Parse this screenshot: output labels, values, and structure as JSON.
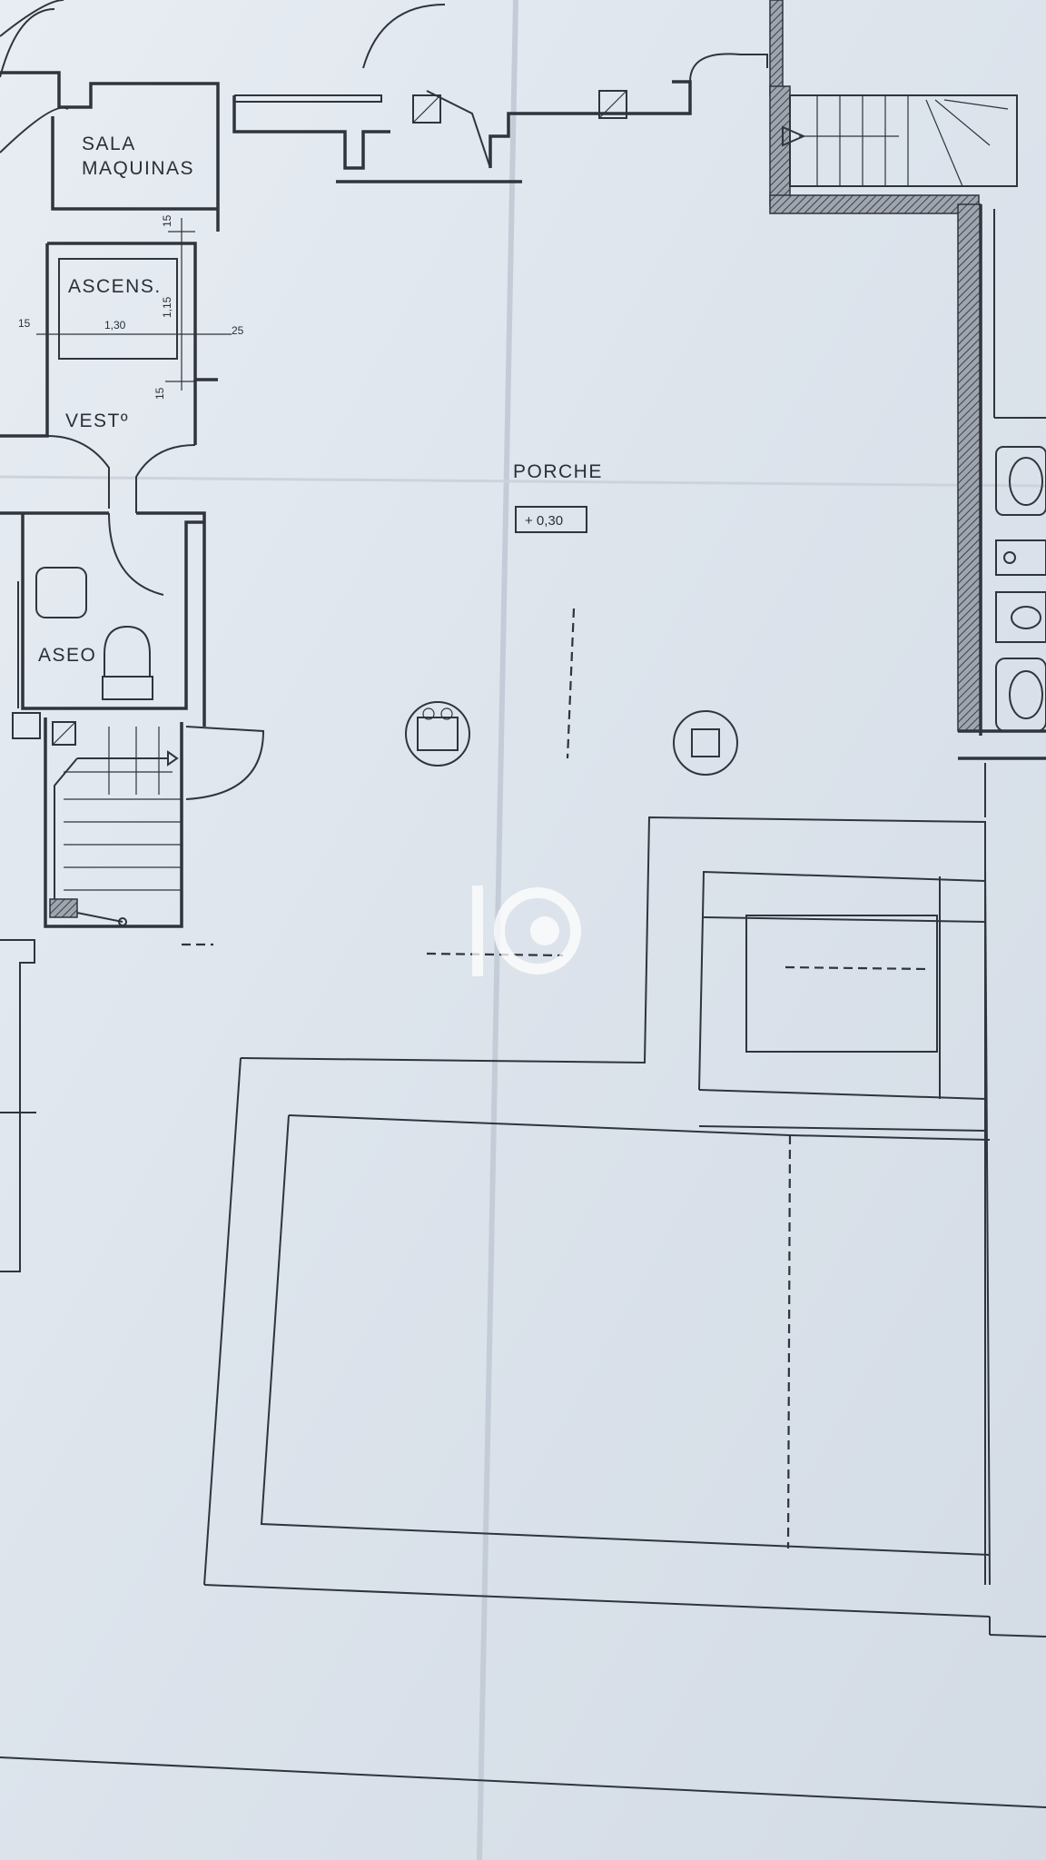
{
  "labels": {
    "sala": "SALA",
    "maquinas": "MAQUINAS",
    "ascens": "ASCENS.",
    "vest": "VESTº",
    "porche": "PORCHE",
    "porche_level": "+ 0,30",
    "aseo": "ASEO"
  },
  "dimensions": {
    "d_15_top": "15",
    "d_115": "1,15",
    "d_15_left": "15",
    "d_130": "1,30",
    "d_25": "25",
    "d_15_bottom": "15"
  },
  "watermark": "IC",
  "colors": {
    "paper": "#dfe6ee",
    "ink": "#30343c",
    "watermark": "#ffffff"
  }
}
